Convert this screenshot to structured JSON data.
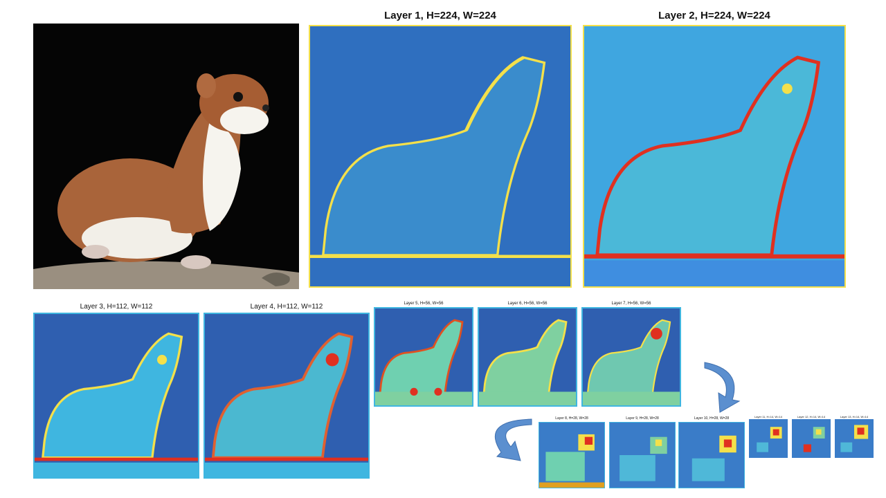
{
  "source_image": {
    "description_icon": "stoat-photo"
  },
  "layers": [
    {
      "caption": "Layer 1, H=224, W=224"
    },
    {
      "caption": "Layer 2, H=224, W=224"
    },
    {
      "caption": "Layer 3, H=112, W=112"
    },
    {
      "caption": "Layer 4, H=112, W=112"
    },
    {
      "caption": "Layer 5, H=56, W=56"
    },
    {
      "caption": "Layer 6, H=56, W=56"
    },
    {
      "caption": "Layer 7, H=56, W=56"
    },
    {
      "caption": "Layer 8, H=28, W=28"
    },
    {
      "caption": "Layer 9, H=28, W=28"
    },
    {
      "caption": "Layer 10, H=28, W=28"
    },
    {
      "caption": "Layer 11, H=14, W=14"
    },
    {
      "caption": "Layer 12, H=14, W=14"
    },
    {
      "caption": "Layer 13, H=14, W=14"
    }
  ],
  "colors": {
    "bg_low": "#2f5fb0",
    "mid": "#3fb6e0",
    "green": "#7fd0a0",
    "yellow": "#f4e04a",
    "hot": "#e03020",
    "arrow": "#5b8fcf"
  }
}
